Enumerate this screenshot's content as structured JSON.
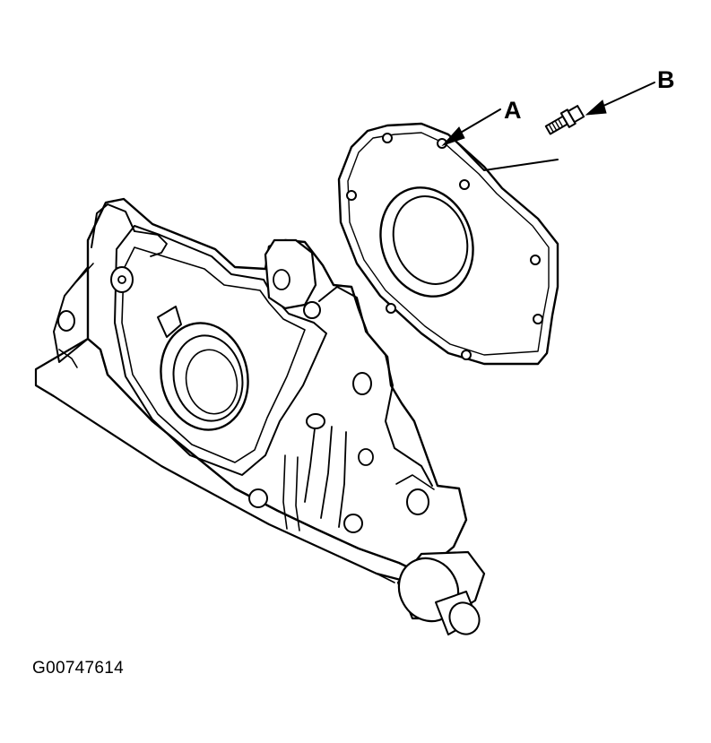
{
  "figure": {
    "figure_id": "G00747614",
    "callouts": {
      "a": "A",
      "b": "B"
    }
  }
}
